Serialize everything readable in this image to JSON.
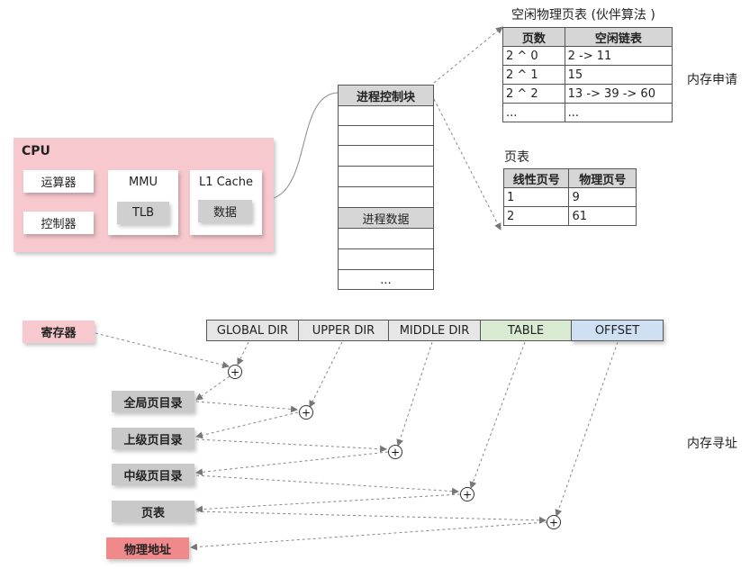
{
  "cpu": {
    "title": "CPU",
    "alu": "运算器",
    "controller": "控制器",
    "mmu": "MMU",
    "tlb": "TLB",
    "cache": "L1 Cache",
    "cache_data": "数据"
  },
  "pcb": {
    "header": "进程控制块",
    "data_row": "进程数据",
    "ellipsis": "..."
  },
  "free_table": {
    "title": "空闲物理页表 (伙伴算法 )",
    "headers": [
      "页数",
      "空闲链表"
    ],
    "rows": [
      [
        "2 ^ 0",
        "2 -> 11"
      ],
      [
        "2 ^ 1",
        "15"
      ],
      [
        "2 ^ 2",
        "13 -> 39 -> 60"
      ],
      [
        "...",
        "..."
      ]
    ]
  },
  "page_table": {
    "title": "页表",
    "headers": [
      "线性页号",
      "物理页号"
    ],
    "rows": [
      [
        "1",
        "9"
      ],
      [
        "2",
        "61"
      ]
    ]
  },
  "labels": {
    "alloc": "内存申请",
    "addressing": "内存寻址"
  },
  "register": "寄存器",
  "address_fields": [
    {
      "label": "GLOBAL DIR",
      "color": "#e6e6e6"
    },
    {
      "label": "UPPER DIR",
      "color": "#e6e6e6"
    },
    {
      "label": "MIDDLE DIR",
      "color": "#e6e6e6"
    },
    {
      "label": "TABLE",
      "color": "#d9ecd3"
    },
    {
      "label": "OFFSET",
      "color": "#cfe0f3"
    }
  ],
  "directories": {
    "global": "全局页目录",
    "upper": "上级页目录",
    "middle": "中级页目录",
    "table": "页表",
    "physical": "物理地址"
  },
  "plus_symbol": "+",
  "colors": {
    "cpu_bg": "#f7c9cf",
    "register_bg": "#f7c9cf",
    "physical_bg": "#f08a8a",
    "grey": "#c9c9c9"
  }
}
